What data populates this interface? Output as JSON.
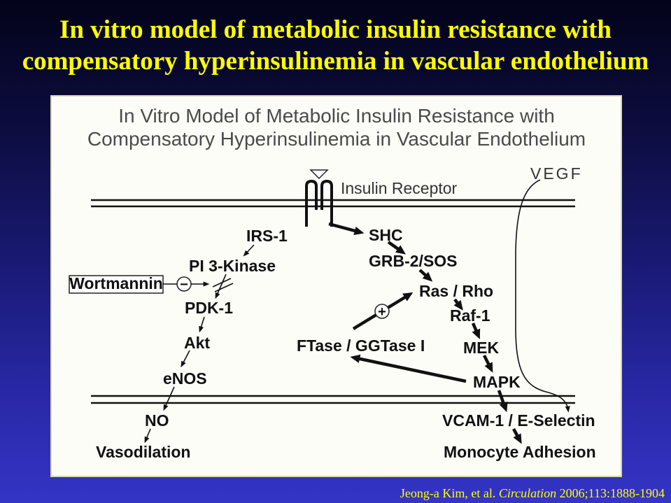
{
  "slide": {
    "title": [
      "In vitro model of metabolic insulin resistance with",
      "compensatory hyperinsulinemia in vascular endothelium"
    ],
    "citation": {
      "authors": "Jeong-a Kim, et al.",
      "journal": "Circulation",
      "reference": "2006;113:1888-1904"
    }
  },
  "diagram": {
    "title": [
      "In Vitro Model of Metabolic Insulin Resistance with",
      "Compensatory Hyperinsulinemia in Vascular Endothelium"
    ],
    "labels": {
      "insulin_receptor": "Insulin Receptor",
      "vegf": "VEGF",
      "irs1": "IRS-1",
      "shc": "SHC",
      "pi3k": "PI 3-Kinase",
      "grb2_sos": "GRB-2/SOS",
      "wortmannin": "Wortmannin",
      "ras_rho": "Ras / Rho",
      "pdk1": "PDK-1",
      "raf1": "Raf-1",
      "akt": "Akt",
      "ftase_ggtase": "FTase / GGTase I",
      "mek": "MEK",
      "enos": "eNOS",
      "mapk": "MAPK",
      "no": "NO",
      "vcam_eselectin": "VCAM-1 / E-Selectin",
      "vasodilation": "Vasodilation",
      "monocyte_adhesion": "Monocyte Adhesion"
    },
    "symbols": {
      "inhibition": "−",
      "stimulation": "+"
    }
  },
  "colors": {
    "title": "#ffff00",
    "citation": "#ffff00",
    "background_top": "#03031a",
    "background_bottom": "#3434c6",
    "panel": "#fdfdf8",
    "label": "#111111",
    "diagram_title": "#4a4a4a"
  }
}
